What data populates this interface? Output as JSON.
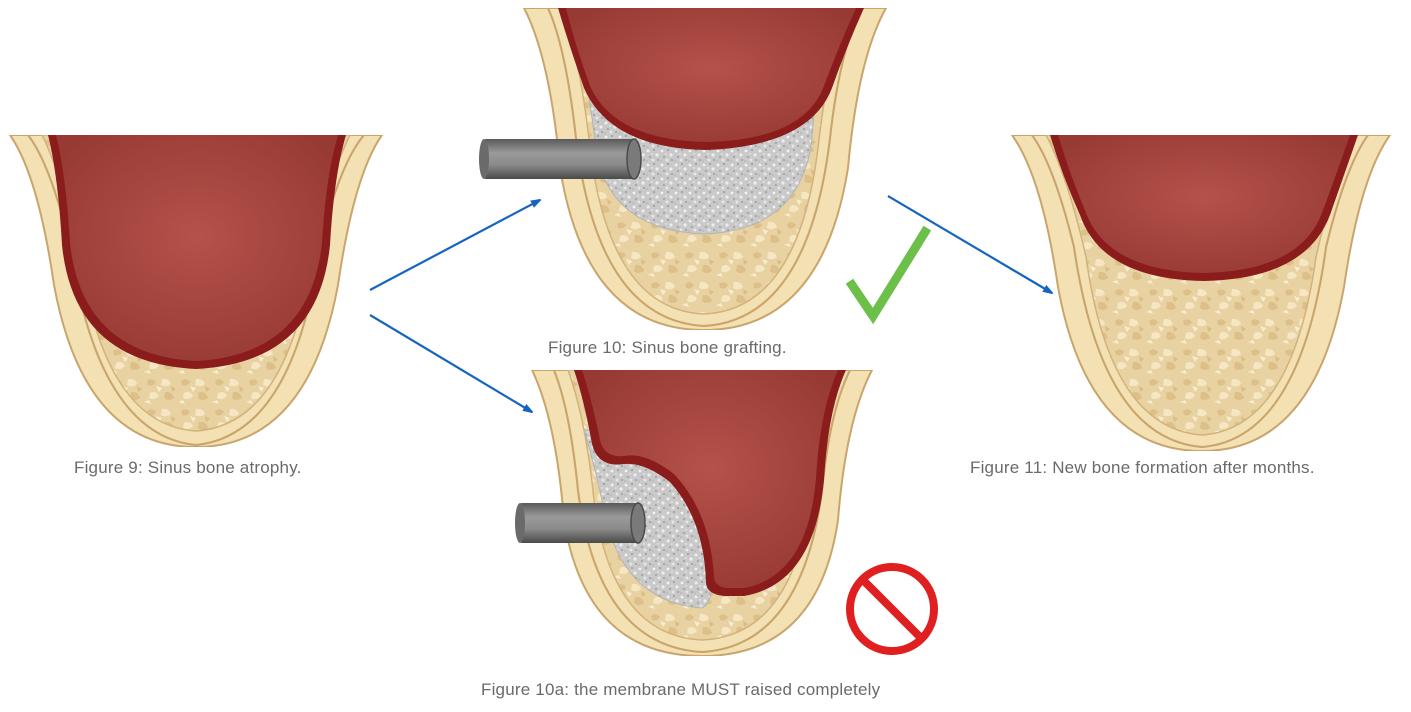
{
  "figures": {
    "fig9": {
      "caption": "Figure 9: Sinus bone atrophy."
    },
    "fig10": {
      "caption": "Figure 10: Sinus bone grafting."
    },
    "fig10a": {
      "caption": "Figure 10a: the membrane MUST raised completely"
    },
    "fig11": {
      "caption": "Figure 11: New bone formation after months."
    }
  },
  "symbols": {
    "correct": "check-mark-icon",
    "incorrect": "prohibited-icon"
  },
  "colors": {
    "sinus": "#a23a35",
    "sinus_edge": "#8a1c1c",
    "bone": "#f3e0b3",
    "bone_edge": "#c9a56c",
    "graft": "#c8c8c8",
    "arrow": "#1565c0",
    "check": "#6cc04a",
    "prohibit": "#e02020",
    "caption": "#6a6a6a"
  }
}
